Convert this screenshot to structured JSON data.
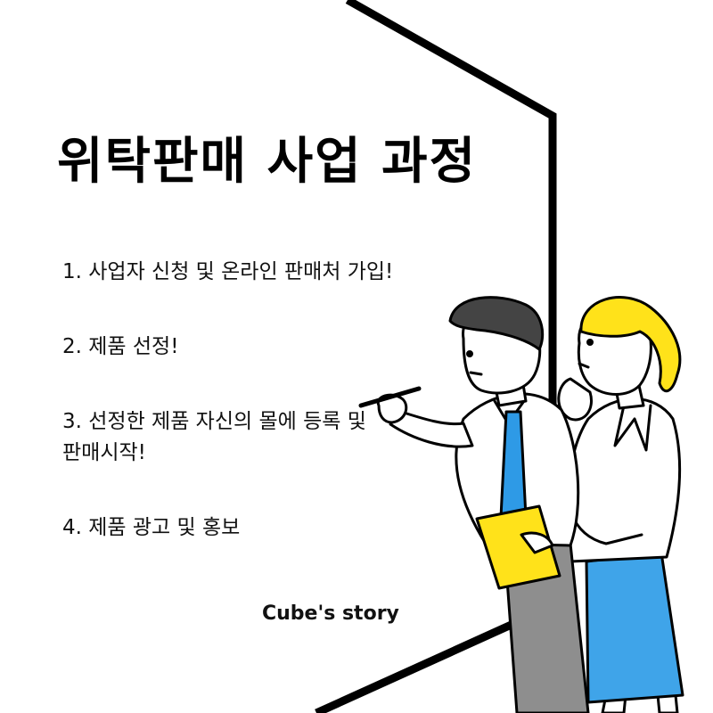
{
  "title": "위탁판매 사업 과정",
  "steps": [
    "1. 사업자 신청 및 온라인 판매처 가입!",
    "2. 제품 선정!",
    "3. 선정한 제품 자신의 몰에 등록 및 판매시작!",
    "4. 제품 광고 및 홍보"
  ],
  "brand": "Cube's story",
  "colors": {
    "background": "#ffffff",
    "ink": "#000000",
    "accent_yellow": "#ffe21a",
    "accent_blue": "#2e9ae6",
    "skirt_blue": "#3fa4e9",
    "pants_gray": "#8e8e8e"
  },
  "illustration": {
    "subject": "two-colleagues-discussing-illustration"
  }
}
